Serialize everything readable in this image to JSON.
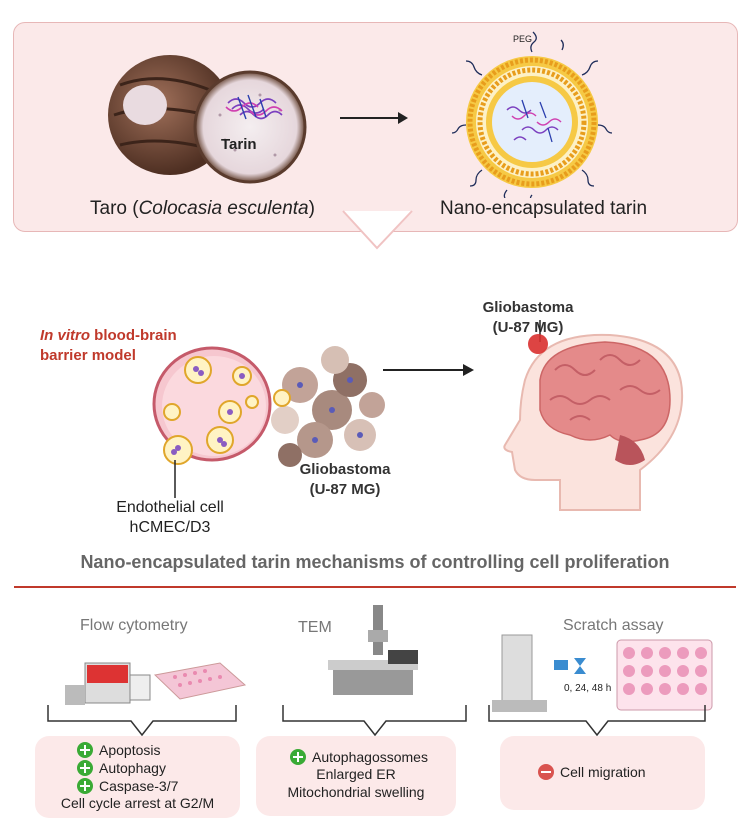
{
  "top": {
    "taro_label_prefix": "Taro (",
    "taro_label_species": "Colocasia esculenta",
    "taro_label_suffix": ")",
    "tarin_label": "Tarin",
    "nano_label": "Nano-encapsulated tarin",
    "peg_label": "PEG"
  },
  "bbb": {
    "title_italic": "In vitro",
    "title_rest_line1": " blood-brain",
    "title_line2": "barrier model",
    "endothelial_line1": "Endothelial cell",
    "endothelial_line2": "hCMEC/D3",
    "gbm_line1": "Gliobastoma",
    "gbm_line2": "(U-87 MG)"
  },
  "brain": {
    "gbm_line1": "Gliobastoma",
    "gbm_line2": "(U-87 MG)"
  },
  "section_title": "Nano-encapsulated tarin mechanisms of controlling cell proliferation",
  "methods": [
    {
      "label": "Flow cytometry",
      "results": [
        {
          "sign": "plus",
          "text": "Apoptosis"
        },
        {
          "sign": "plus",
          "text": "Autophagy"
        },
        {
          "sign": "plus",
          "text": "Caspase-3/7"
        },
        {
          "sign": "none",
          "text": "Cell cycle arrest at G2/M"
        }
      ]
    },
    {
      "label": "TEM",
      "results": [
        {
          "sign": "plus",
          "text": "Autophagossomes"
        },
        {
          "sign": "none",
          "text": "Enlarged ER"
        },
        {
          "sign": "none",
          "text": "Mitochondrial swelling"
        }
      ]
    },
    {
      "label": "Scratch assay",
      "timepoints": "0, 24, 48 h",
      "results": [
        {
          "sign": "minus",
          "text": "Cell migration"
        }
      ]
    }
  ],
  "colors": {
    "accent_red": "#c0392b",
    "panel_pink": "#fbe9e9",
    "liposome_gold": "#f0b429"
  }
}
